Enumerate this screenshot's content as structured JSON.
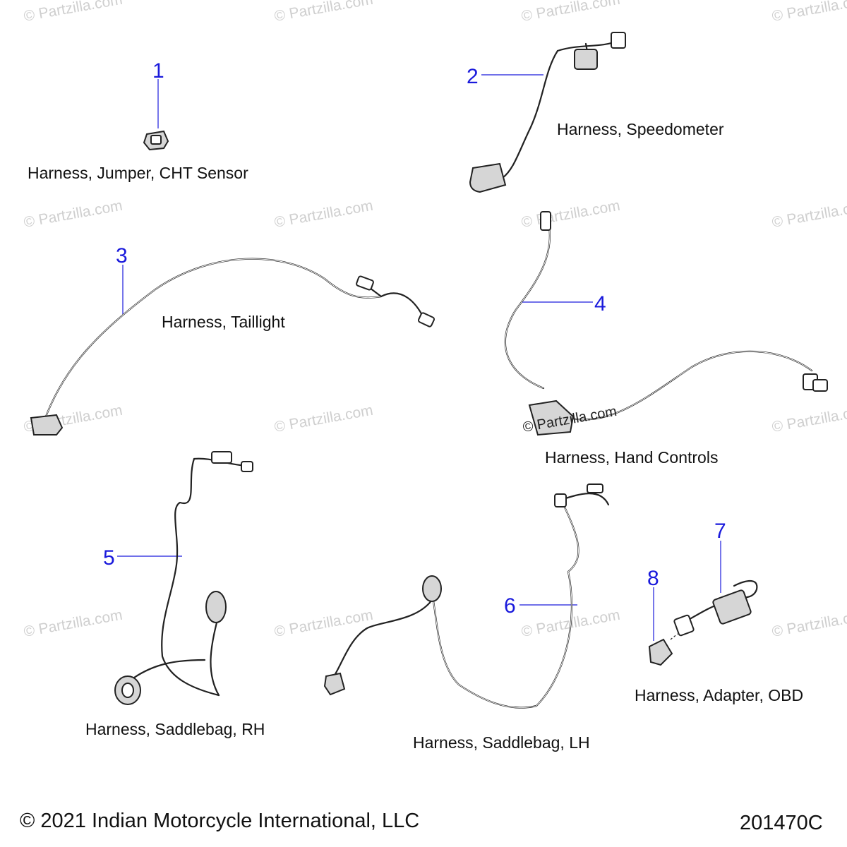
{
  "diagram": {
    "watermark": "© Partzilla.com",
    "footer": {
      "copyright": "© 2021 Indian Motorcycle International, LLC",
      "code": "201470C"
    },
    "parts": [
      {
        "number": "1",
        "label": "Harness, Jumper, CHT Sensor"
      },
      {
        "number": "2",
        "label": "Harness, Speedometer"
      },
      {
        "number": "3",
        "label": "Harness, Taillight"
      },
      {
        "number": "4",
        "label": "Harness, Hand Controls"
      },
      {
        "number": "5",
        "label": "Harness, Saddlebag, RH"
      },
      {
        "number": "6",
        "label": "Harness, Saddlebag, LH"
      },
      {
        "number": "7",
        "label": ""
      },
      {
        "number": "8",
        "label": ""
      }
    ],
    "group_labels": {
      "obd": "Harness, Adapter, OBD"
    }
  }
}
